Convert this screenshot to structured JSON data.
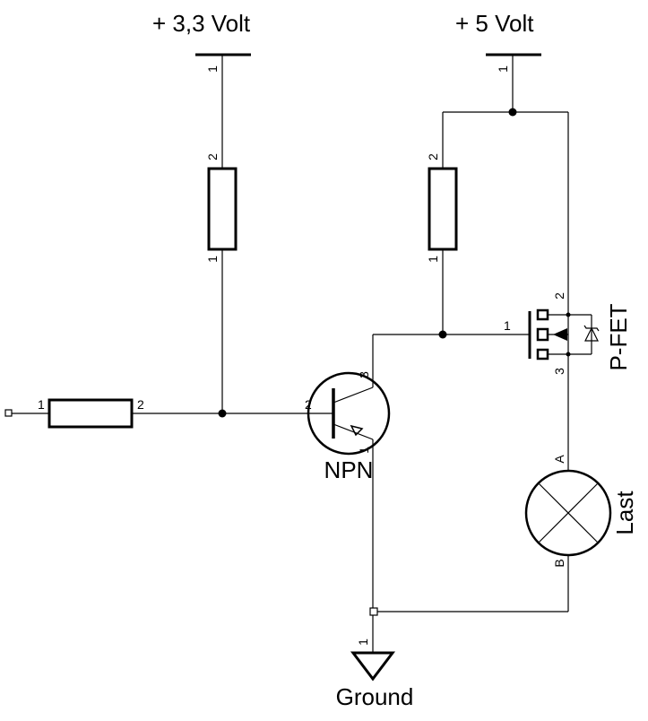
{
  "supplies": {
    "v33_label": "+  3,3  Volt",
    "v5_label": "+  5  Volt",
    "pin": "1"
  },
  "ground": {
    "label": "Ground",
    "pin": "1"
  },
  "resistors": {
    "r_base": {
      "pin1": "1",
      "pin2": "2"
    },
    "r_pullup_33": {
      "pin1": "1",
      "pin2": "2"
    },
    "r_pullup_5": {
      "pin1": "1",
      "pin2": "2"
    }
  },
  "transistor": {
    "label": "NPN",
    "pin_base": "2",
    "pin_collector": "3",
    "pin_emitter": "1"
  },
  "mosfet": {
    "label": "P-FET",
    "pin_gate": "1",
    "pin_drain": "2",
    "pin_source": "3"
  },
  "lamp": {
    "label": "Last",
    "pin_a": "A",
    "pin_b": "B"
  },
  "colors": {
    "ink": "#000000",
    "background": "#ffffff"
  }
}
